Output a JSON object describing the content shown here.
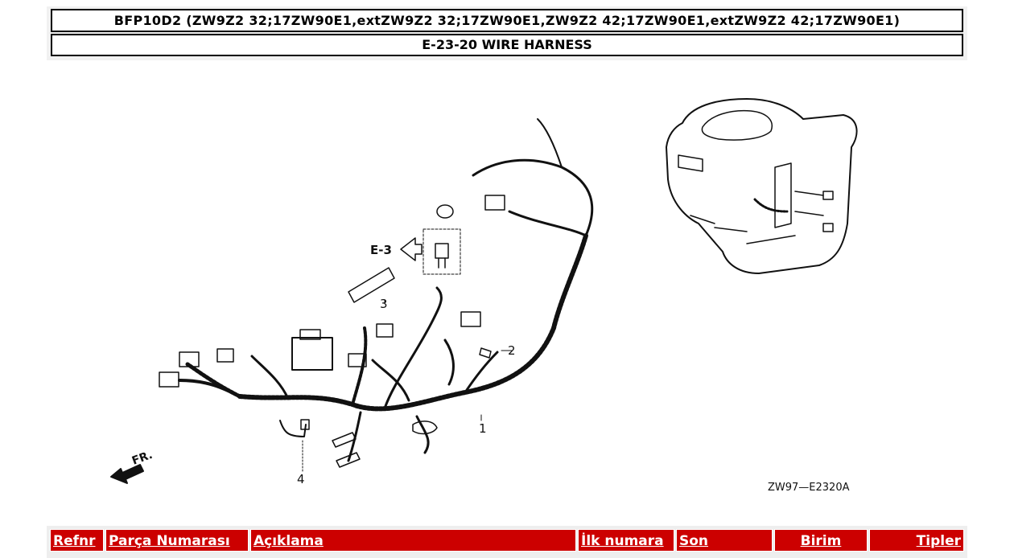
{
  "header": {
    "model": "BFP10D2 (ZW9Z2 32;17ZW90E1,extZW9Z2 32;17ZW90E1,ZW9Z2 42;17ZW90E1,extZW9Z2 42;17ZW90E1)",
    "section": "E-23-20 WIRE HARNESS"
  },
  "diagram": {
    "ref_label": "E-3",
    "direction_label": "FR.",
    "drawing_code": "ZW97—E2320A",
    "callouts": [
      "1",
      "2",
      "3",
      "4"
    ]
  },
  "table": {
    "columns": [
      "Refnr",
      "Parça Numarası",
      "Açıklama",
      "İlk numara",
      "Son",
      "Birim",
      "Tipler"
    ]
  }
}
